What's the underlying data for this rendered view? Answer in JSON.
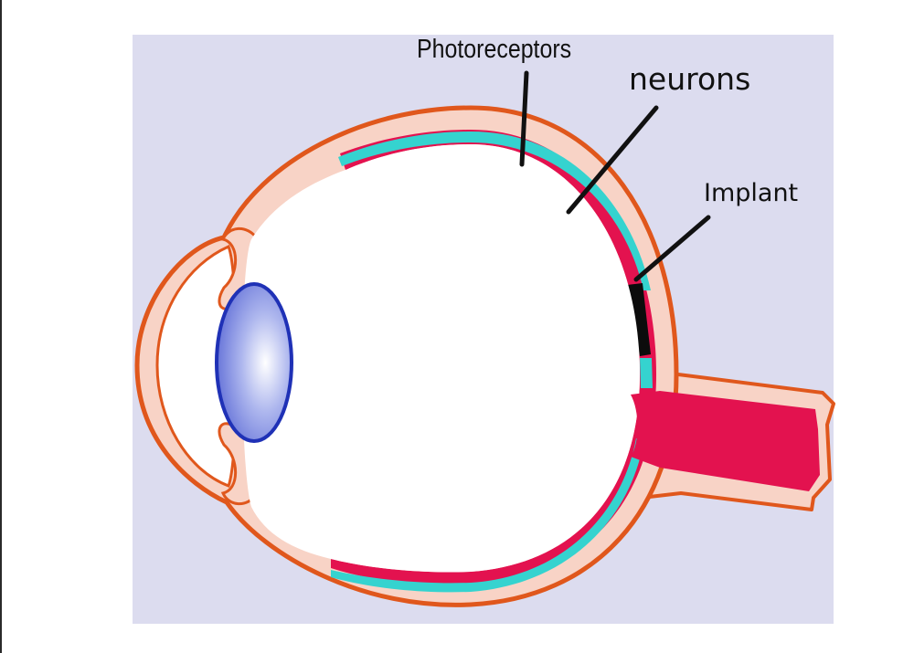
{
  "labels": {
    "photoreceptors": "Photoreceptors",
    "neurons": "neurons",
    "implant": "Implant"
  },
  "colors": {
    "background": "#dcdcef",
    "outer_wall": "#e0571c",
    "wall_fill": "#f8d3c6",
    "retina": "#e3124f",
    "photoreceptor_layer": "#35d3cf",
    "implant": "#0c0c0c",
    "lens_edge": "#1f31b6",
    "lens_fill": "#6a78da",
    "optic_nerve": "#e3124f",
    "pointer": "#111111"
  }
}
